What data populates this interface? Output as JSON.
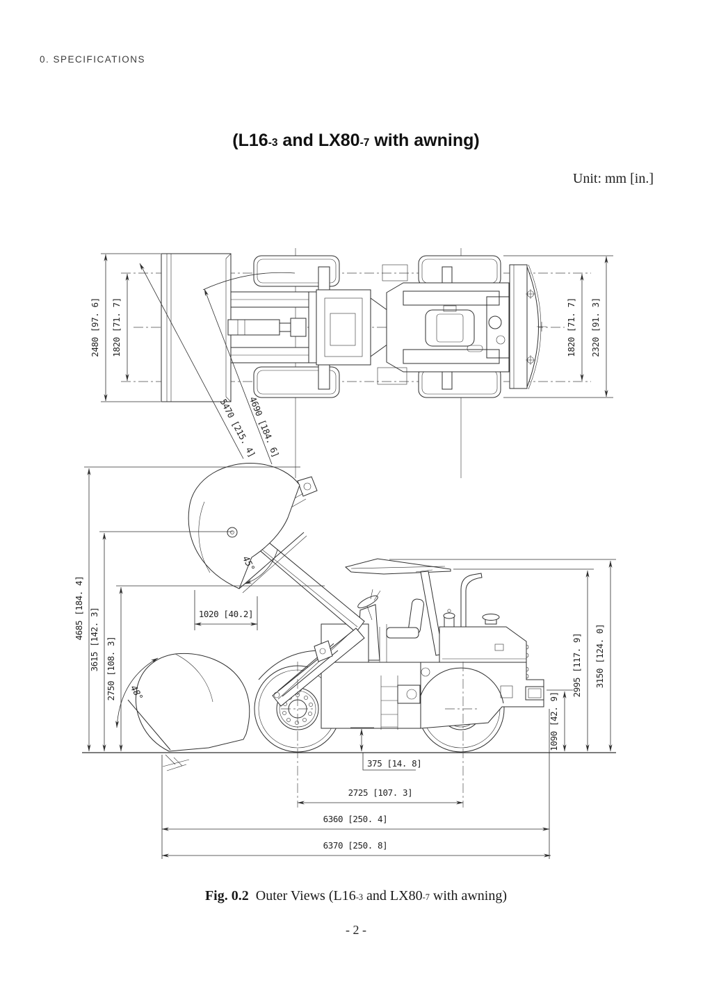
{
  "page": {
    "header": "0. SPECIFICATIONS",
    "title": {
      "p1": "(L16",
      "s1": "-3",
      "p2": " and LX80",
      "s2": "-7",
      "p3": " with awning)"
    },
    "unit_note": "Unit: mm [in.]",
    "caption": {
      "fig": "Fig. 0.2",
      "p1": "Outer Views (L16",
      "s1": "-3",
      "p2": " and LX80",
      "s2": "-7",
      "p3": " with awning)"
    },
    "page_number": "- 2 -"
  },
  "top_view": {
    "bucket_width": "2480 [97. 6]",
    "tread_left": "1820 [71. 7]",
    "tread_right": "1820 [71. 7]",
    "overall_width": "2320 [91. 3]",
    "diag_length_long": "5470 [215. 4]",
    "diag_length_short": "4690 [184. 6]"
  },
  "side_view": {
    "overall_height_bucket_raised": "4685 [184. 4]",
    "hinge_pin_height": "3615 [142. 3]",
    "dump_clearance": "2750 [108. 3]",
    "dump_angle": "45°",
    "rollback_angle": "48°",
    "dump_reach": "1020 [40.2]",
    "rear_clearance_height": "1090 [42. 9]",
    "canopy_height": "2995 [117. 9]",
    "overall_height": "3150 [124. 0]",
    "ground_clearance": "375 [14. 8]",
    "wheelbase": "2725 [107. 3]",
    "overall_length_to_counterweight": "6360 [250. 4]",
    "overall_length_max": "6370 [250. 8]"
  }
}
